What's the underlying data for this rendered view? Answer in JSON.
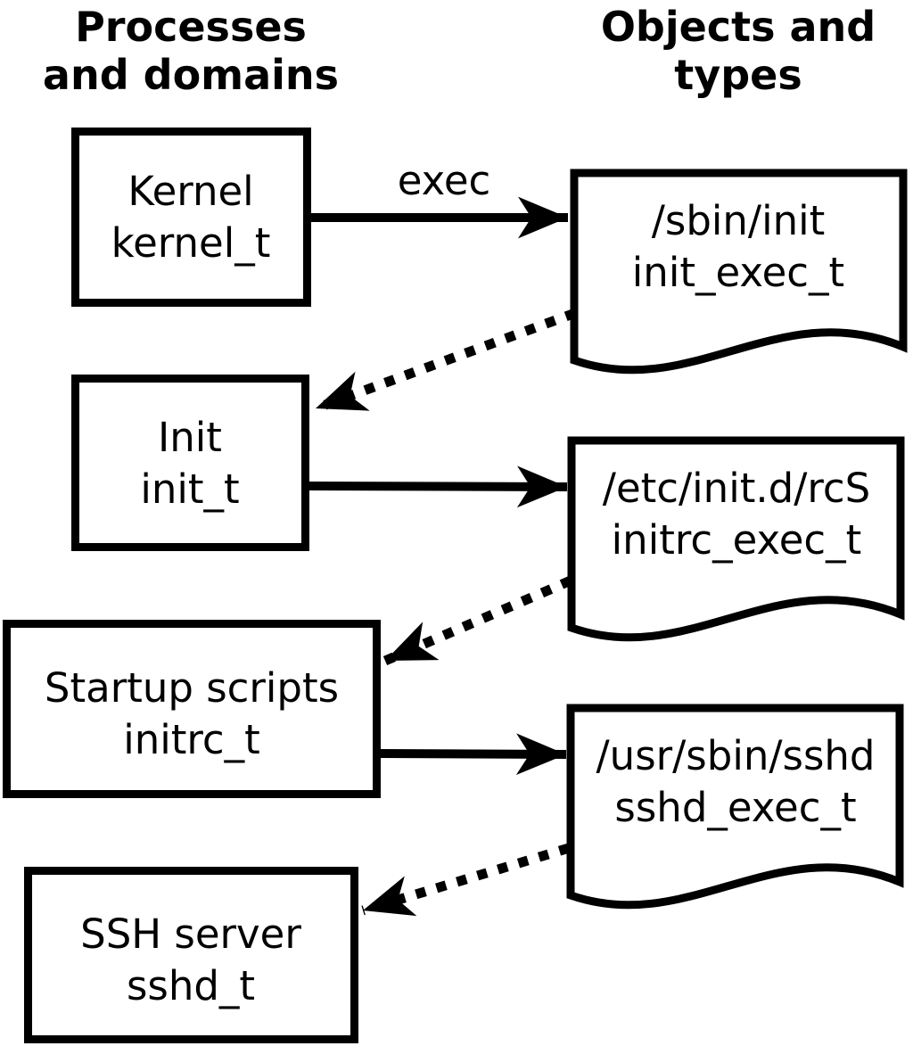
{
  "diagram": {
    "title_left": {
      "line1": "Processes",
      "line2": "and domains"
    },
    "title_right": {
      "line1": "Objects and",
      "line2": "types"
    },
    "edge_label": "exec",
    "processes": [
      {
        "label": "Kernel",
        "type": "kernel_t"
      },
      {
        "label": "Init",
        "type": "init_t"
      },
      {
        "label": "Startup scripts",
        "type": "initrc_t"
      },
      {
        "label": "SSH server",
        "type": "sshd_t"
      }
    ],
    "objects": [
      {
        "label": "/sbin/init",
        "type": "init_exec_t"
      },
      {
        "label": "/etc/init.d/rcS",
        "type": "initrc_exec_t"
      },
      {
        "label": "/usr/sbin/sshd",
        "type": "sshd_exec_t"
      }
    ],
    "colors": {
      "line": "#000000",
      "background": "#ffffff",
      "text": "#000000"
    }
  }
}
